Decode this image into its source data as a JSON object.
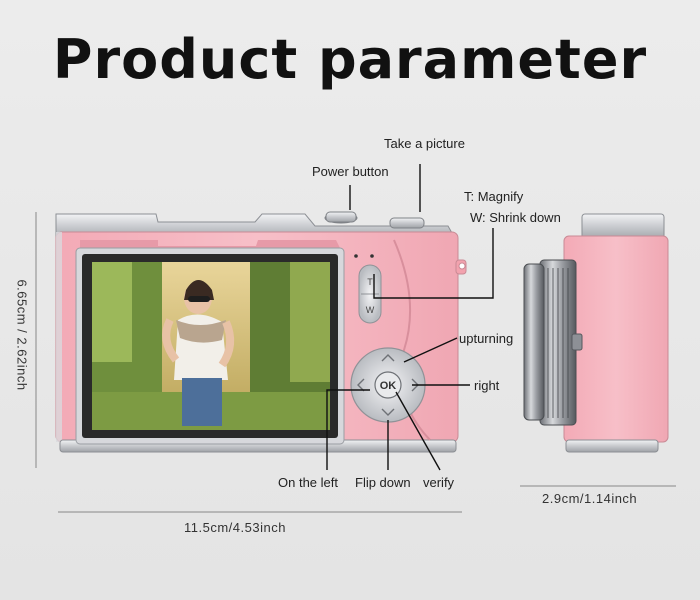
{
  "title": "Product parameter",
  "labels": {
    "take_picture": "Take a picture",
    "power_button": "Power button",
    "magnify": "T: Magnify",
    "shrink": "W: Shrink down",
    "upturning": "upturning",
    "right": "right",
    "on_left": "On the left",
    "flip_down": "Flip down",
    "verify": "verify"
  },
  "buttons": {
    "zoom_t": "T",
    "zoom_w": "W",
    "ok": "OK"
  },
  "dimensions": {
    "width": "11.5cm/4.53inch",
    "height": "6.65cm / 2.62inch",
    "depth": "2.9cm/1.14inch"
  },
  "colors": {
    "body_pink": "#f4b3bd",
    "metal": "#c9cbcf",
    "screen_frame": "#2a2a2a"
  }
}
